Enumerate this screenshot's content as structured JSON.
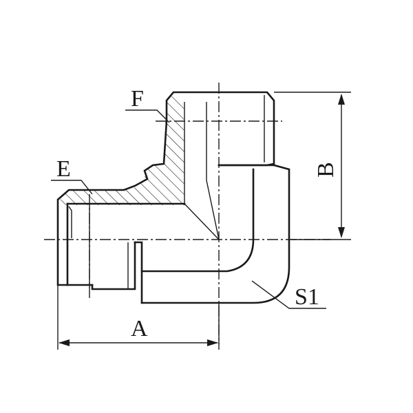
{
  "labels": {
    "f": "F",
    "e": "E",
    "b": "B",
    "a": "A",
    "s1": "S1"
  }
}
